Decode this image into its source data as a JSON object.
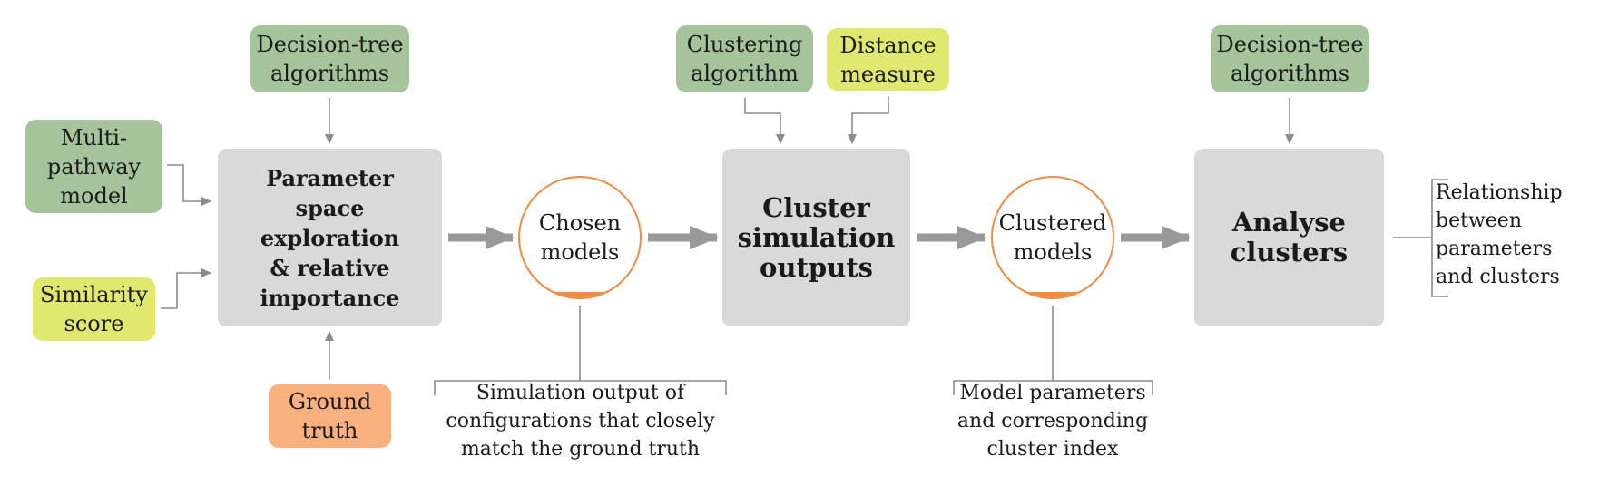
{
  "inputs": {
    "dt1": "Decision-tree\nalgorithms",
    "multi": "Multi-\npathway\nmodel",
    "similarity": "Similarity\nscore",
    "ground": "Ground\ntruth",
    "clustering_alg": "Clustering\nalgorithm",
    "distance": "Distance\nmeasure",
    "dt2": "Decision-tree\nalgorithms"
  },
  "processes": {
    "param": "Parameter\nspace\nexploration\n& relative\nimportance",
    "cluster_sim": "Cluster\nsimulation\noutputs",
    "analyse": "Analyse\nclusters"
  },
  "datasets": {
    "chosen": "Chosen\nmodels",
    "clustered": "Clustered\nmodels"
  },
  "notes": {
    "chosen_note": "Simulation output of\nconfigurations that closely\nmatch the ground truth",
    "clustered_note": "Model parameters\nand corresponding\ncluster index",
    "output_note": "Relationship\nbetween\nparameters\nand clusters"
  },
  "colors": {
    "green": "#a6c49c",
    "yellow": "#e1e86f",
    "orange_fill": "#f8b07e",
    "orange_stroke": "#ef8b45",
    "process_fill": "#d9d9d9",
    "connector": "#8c8c8c",
    "flow_arrow": "#999999"
  }
}
